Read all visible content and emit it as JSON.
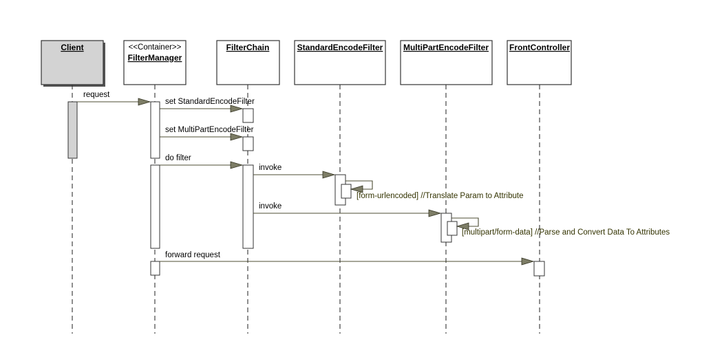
{
  "objects": [
    {
      "id": "client",
      "name": "Client",
      "stereotype": "",
      "shaded": true
    },
    {
      "id": "filtermanager",
      "name": "FilterManager",
      "stereotype": "<<Container>>",
      "shaded": false
    },
    {
      "id": "filterchain",
      "name": "FilterChain",
      "stereotype": "",
      "shaded": false
    },
    {
      "id": "standardencodefilter",
      "name": "StandardEncodeFilter",
      "stereotype": "",
      "shaded": false
    },
    {
      "id": "multipartencodefilter",
      "name": "MultiPartEncodeFilter",
      "stereotype": "",
      "shaded": false
    },
    {
      "id": "frontcontroller",
      "name": "FrontController",
      "stereotype": "",
      "shaded": false
    }
  ],
  "messages": [
    {
      "id": "request",
      "from": "client",
      "to": "filtermanager",
      "label": "request"
    },
    {
      "id": "set-standard",
      "from": "filtermanager",
      "to": "filterchain",
      "label": "set StandardEncodeFilter"
    },
    {
      "id": "set-multipart",
      "from": "filtermanager",
      "to": "filterchain",
      "label": "set MultiPartEncodeFilter"
    },
    {
      "id": "do-filter",
      "from": "filtermanager",
      "to": "filterchain",
      "label": "do filter"
    },
    {
      "id": "invoke-standard",
      "from": "filterchain",
      "to": "standardencodefilter",
      "label": "invoke"
    },
    {
      "id": "self-standard",
      "from": "standardencodefilter",
      "to": "standardencodefilter",
      "label": "[form-urlencoded] //Translate Param to Attribute"
    },
    {
      "id": "invoke-multipart",
      "from": "filterchain",
      "to": "multipartencodefilter",
      "label": "invoke"
    },
    {
      "id": "self-multipart",
      "from": "multipartencodefilter",
      "to": "multipartencodefilter",
      "label": "[multipart/form-data] //Parse and Convert Data To Attributes"
    },
    {
      "id": "forward-request",
      "from": "filtermanager",
      "to": "frontcontroller",
      "label": "forward request"
    }
  ]
}
